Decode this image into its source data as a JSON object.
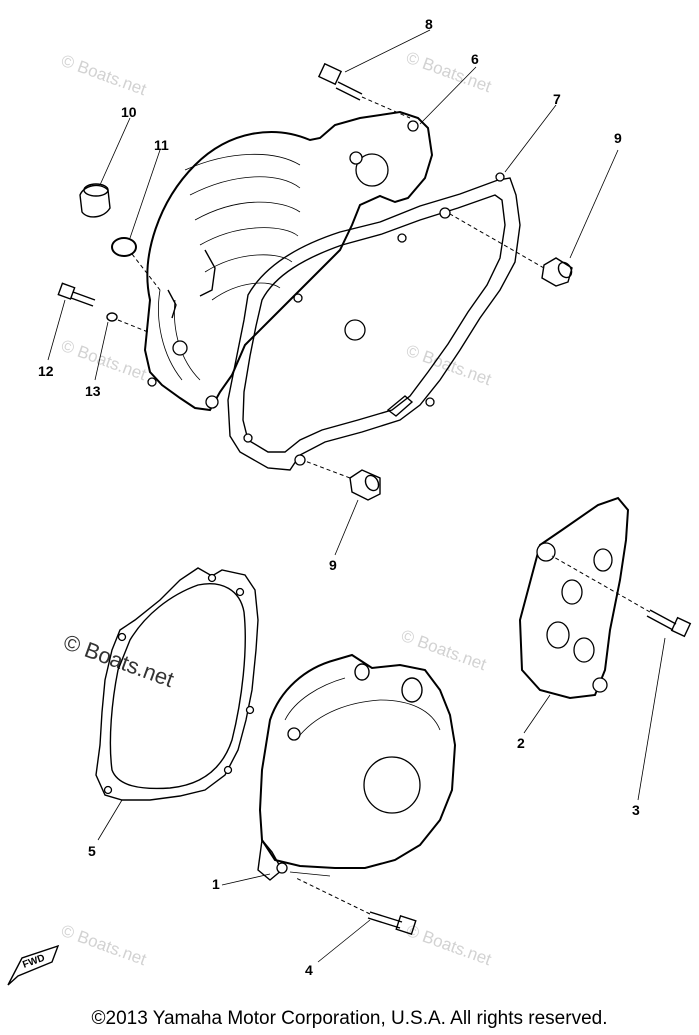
{
  "callouts": {
    "c1": "1",
    "c2": "2",
    "c3": "3",
    "c4": "4",
    "c5": "5",
    "c6": "6",
    "c7": "7",
    "c8": "8",
    "c9a": "9",
    "c9b": "9",
    "c10": "10",
    "c11": "11",
    "c12": "12",
    "c13": "13"
  },
  "watermark": {
    "text": "© Boats.net"
  },
  "fwd_mark": "FWD",
  "footer": {
    "copyright": "©2013 Yamaha Motor Corporation, U.S.A. All rights reserved."
  }
}
